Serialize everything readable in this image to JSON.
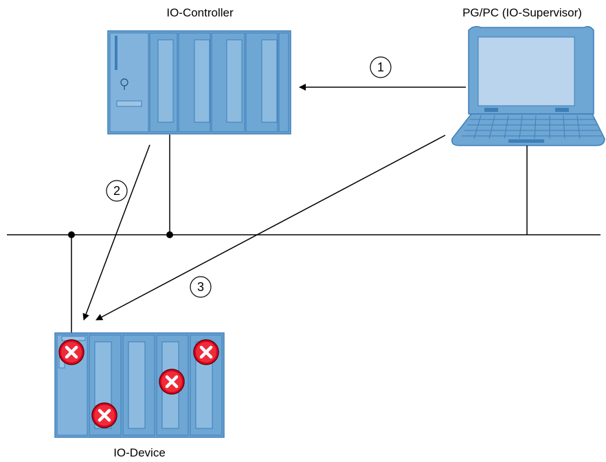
{
  "labels": {
    "controller": "IO-Controller",
    "supervisor": "PG/PC (IO-Supervisor)",
    "device": "IO-Device"
  },
  "steps": [
    "1",
    "2",
    "3"
  ],
  "colors": {
    "module_fill": "#6ea6d4",
    "module_light": "#9cc4e4",
    "module_stroke": "#3f7fb8",
    "screen": "#b9d4ec",
    "error_red": "#e3001b",
    "line": "#000000"
  },
  "icons": {
    "error": "error-x-icon"
  }
}
